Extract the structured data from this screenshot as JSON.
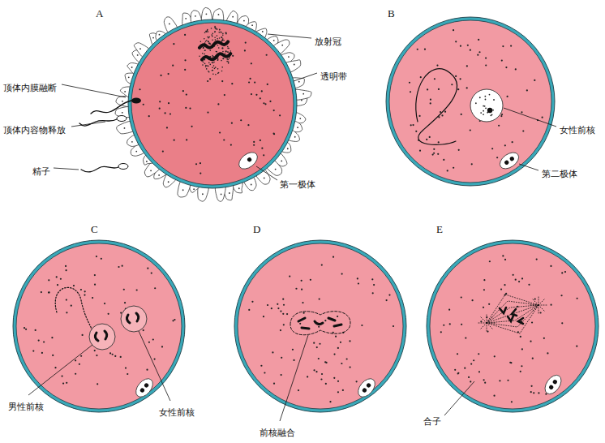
{
  "diagram": {
    "labels": [
      "A",
      "放射冠",
      "顶体内膜融断",
      "透明带",
      "顶体内容物释放",
      "精子",
      "第一极体",
      "B",
      "女性前核",
      "第二极体",
      "C",
      "D",
      "E",
      "男性前核",
      "女性前核",
      "前核融合",
      "合子"
    ]
  }
}
